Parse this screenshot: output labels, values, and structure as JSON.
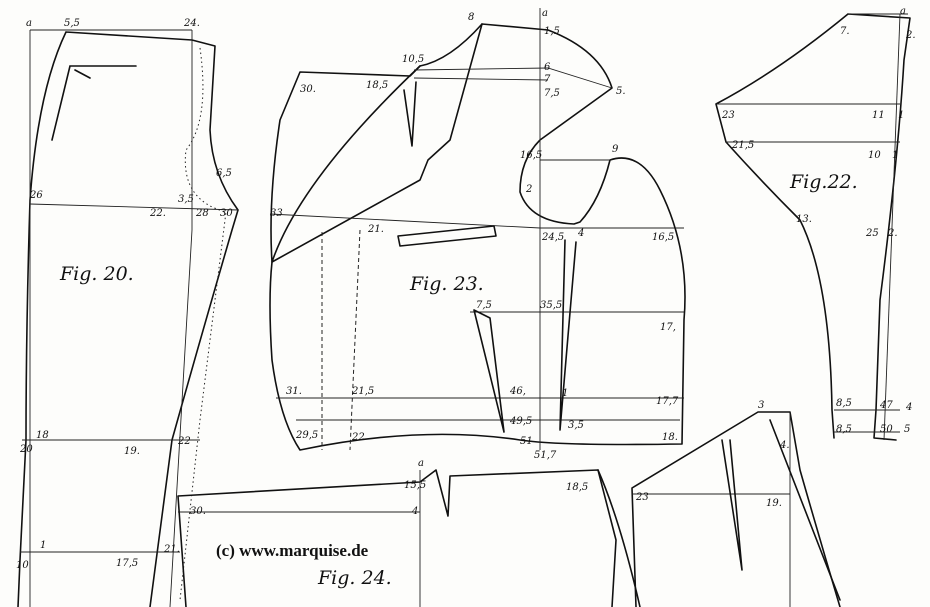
{
  "copyright": "(c) www.marquise.de",
  "figures": {
    "fig20": {
      "title": "Fig. 20.",
      "marks": {
        "a": "a",
        "m5_5": "5,5",
        "m24": "24.",
        "m6_5": "6,5",
        "m26": "26",
        "m22": "22.",
        "m3_5": "3,5",
        "m28": "28",
        "m30": "30",
        "m18": "18",
        "m20": "20",
        "m19": "19.",
        "m22b": "22",
        "m1": "1",
        "m17_5": "17,5",
        "m21": "21.",
        "m10": "10"
      }
    },
    "fig22": {
      "title": "Fig.22.",
      "marks": {
        "a": "a",
        "m7": "7.",
        "m2": "2.",
        "m23": "23",
        "m11": "11",
        "m1": "1",
        "m21_5": "21,5",
        "m10": "10",
        "m1b": "1",
        "m13": "13.",
        "m25": "25",
        "m2b": "2.",
        "m8_5": "8,5",
        "m47": "47",
        "m4": "4",
        "m8_5b": "8,5",
        "m50": "50",
        "m5": "5"
      }
    },
    "fig23": {
      "title": "Fig. 23.",
      "marks": {
        "m8": "8",
        "a": "a",
        "m1_5": "1,5",
        "m10_5": "10,5",
        "m30": "30.",
        "m18_5": "18,5",
        "m6": "6",
        "m7": "7",
        "m7_5": "7,5",
        "m5": "5.",
        "m16_5": "16,5",
        "m9": "9",
        "m2": "2",
        "m33": "33",
        "m21": "21.",
        "m24_5": "24,5",
        "m4": "4",
        "m16_5b": "16,5",
        "m7_5b": "7,5",
        "m35_5": "35,5",
        "m17": "17,",
        "m31": "31.",
        "m21_5": "21,5",
        "m46": "46,",
        "m1": "1",
        "m17_7": "17,7",
        "m29_5": "29,5",
        "m22": "22",
        "m49_5": "49,5",
        "m3_5": "3,5",
        "m18": "18.",
        "m51": "51",
        "m51_7": "51,7"
      }
    },
    "fig24": {
      "title": "Fig. 24.",
      "marks": {
        "a": "a",
        "m15_5": "15,5",
        "m4": "4",
        "m18_5": "18,5",
        "m30": "30."
      }
    },
    "fig25": {
      "marks": {
        "m3": "3",
        "m4": "4.",
        "m23": "23",
        "m19": "19."
      }
    }
  }
}
